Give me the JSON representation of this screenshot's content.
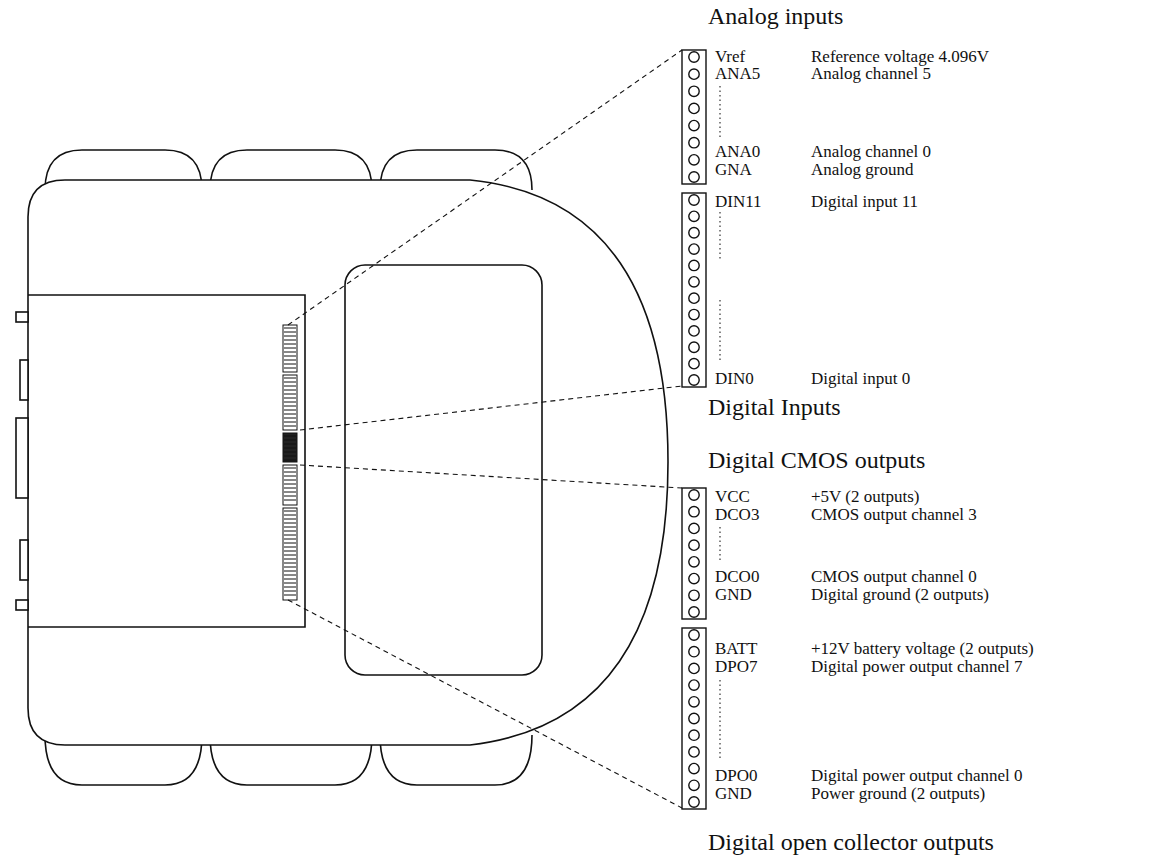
{
  "diagram": {
    "labels": [
      "Analog inputs",
      "Vref",
      "Reference voltage 4.096V",
      "ANA5",
      "Analog channel 5",
      "ANA0",
      "Analog channel 0",
      "GNA",
      "Analog ground",
      "DIN11",
      "Digital input 11",
      "DIN0",
      "Digital input 0",
      "Digital Inputs",
      "Digital CMOS outputs",
      "VCC",
      "+5V (2 outputs)",
      "DCO3",
      "CMOS output channel 3",
      "DCO0",
      "CMOS output channel 0",
      "GND",
      "Digital ground (2 outputs)",
      "BATT",
      "+12V battery voltage (2 outputs)",
      "DPO7",
      "Digital power output channel 7",
      "DPO0",
      "Digital power output channel 0",
      "GND",
      "Power ground (2 outputs)",
      "Digital open collector outputs"
    ]
  }
}
